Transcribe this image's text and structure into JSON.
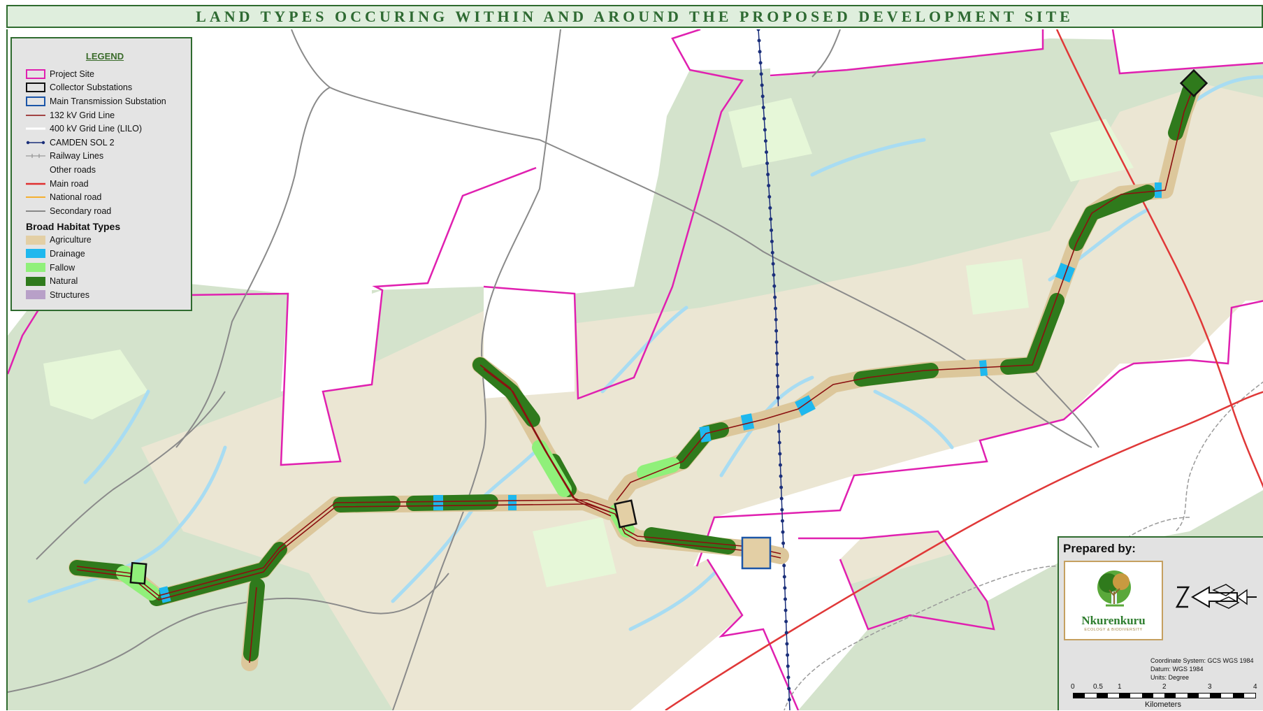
{
  "title": "LAND TYPES OCCURING WITHIN AND AROUND THE PROPOSED DEVELOPMENT SITE",
  "legend": {
    "heading": "LEGEND",
    "items": [
      {
        "label": "Project Site",
        "kind": "box",
        "color": "#e020b0"
      },
      {
        "label": "Collector Substations",
        "kind": "box",
        "color": "#111111"
      },
      {
        "label": "Main Transmission Substation",
        "kind": "box",
        "color": "#1c56a8"
      },
      {
        "label": "132 kV Grid Line",
        "kind": "line",
        "color": "#8b1010"
      },
      {
        "label": "400 kV Grid Line (LILO)",
        "kind": "line",
        "color": "#ffffff"
      },
      {
        "label": "CAMDEN SOL 2",
        "kind": "dotline",
        "color": "#1b2f7a"
      },
      {
        "label": "Railway Lines",
        "kind": "rail",
        "color": "#888888"
      },
      {
        "label": "Other roads",
        "kind": "none",
        "color": "#e4e4e4"
      },
      {
        "label": "Main road",
        "kind": "line",
        "color": "#e03030"
      },
      {
        "label": "National road",
        "kind": "line",
        "color": "#f5b030"
      },
      {
        "label": "Secondary road",
        "kind": "line",
        "color": "#888888"
      }
    ],
    "habitat_heading": "Broad Habitat Types",
    "habitats": [
      {
        "label": "Agriculture",
        "color": "#e3cfa5"
      },
      {
        "label": "Drainage",
        "color": "#1fb8ee"
      },
      {
        "label": "Fallow",
        "color": "#90f07a"
      },
      {
        "label": "Natural",
        "color": "#2f7a1c"
      },
      {
        "label": "Structures",
        "color": "#b8a0c8"
      }
    ]
  },
  "prepared": {
    "label": "Prepared by:",
    "logo_name": "Nkurenkuru",
    "logo_tagline": "ECOLOGY & BIODIVERSITY",
    "coord_lines": [
      "Coordinate System: GCS WGS 1984",
      "Datum: WGS 1984",
      "Units: Degree"
    ],
    "scale_ticks": [
      "0",
      "0.5",
      "1",
      "2",
      "3",
      "4"
    ],
    "scale_unit": "Kilometers"
  },
  "colors": {
    "frame": "#2f6b2f",
    "project_site": "#e020b0",
    "grid_132": "#8b1010",
    "main_road": "#e03030",
    "secondary_road": "#888888",
    "camden": "#1b2f7a"
  }
}
